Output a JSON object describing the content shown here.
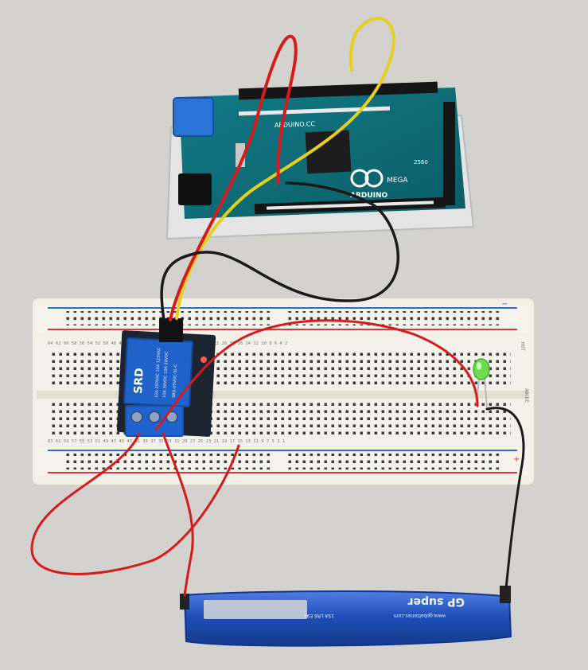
{
  "arduino": {
    "site": "ARDUINO.CC",
    "brand": "ARDUINO",
    "model": "MEGA",
    "rev": "2560"
  },
  "relay": {
    "brand": "SRD",
    "rating_1": "10A 250VAC 10A 125VAC",
    "rating_2": "10A 30VDC 10A 28VDC",
    "coil": "SRD-05VDC-SL-C"
  },
  "battery": {
    "brand": "GP super",
    "url": "www.gpbatteries.com",
    "spec": "15A LR6 E91"
  },
  "breadboard": {
    "top_numbers": "64  62  60  58  56  54  52  50  48  46  44  42  40  38  36  34  32  30  28  26  24  22  20  18  16  14  12  10  8  6  4  2",
    "bottom_numbers": "63  61  59  57  55  53  51  49  47  45  43  41  39  37  35  33  31  29  27  25  23  21  19  17  15  13  11  9  7  5  3  1",
    "rail_label": "HOT",
    "side_label": "ABCDE",
    "plus": "+",
    "minus": "−"
  },
  "colors": {
    "background": "#d4d2cf",
    "arduino_board": "#0f6f7a",
    "relay_body": "#1f62c9",
    "battery_wrap": "#1f4fb8",
    "wire_red": "#d51b1b",
    "wire_black": "#1a1a1a",
    "wire_yellow": "#e6cf1c",
    "led": "#6fdc4f"
  }
}
